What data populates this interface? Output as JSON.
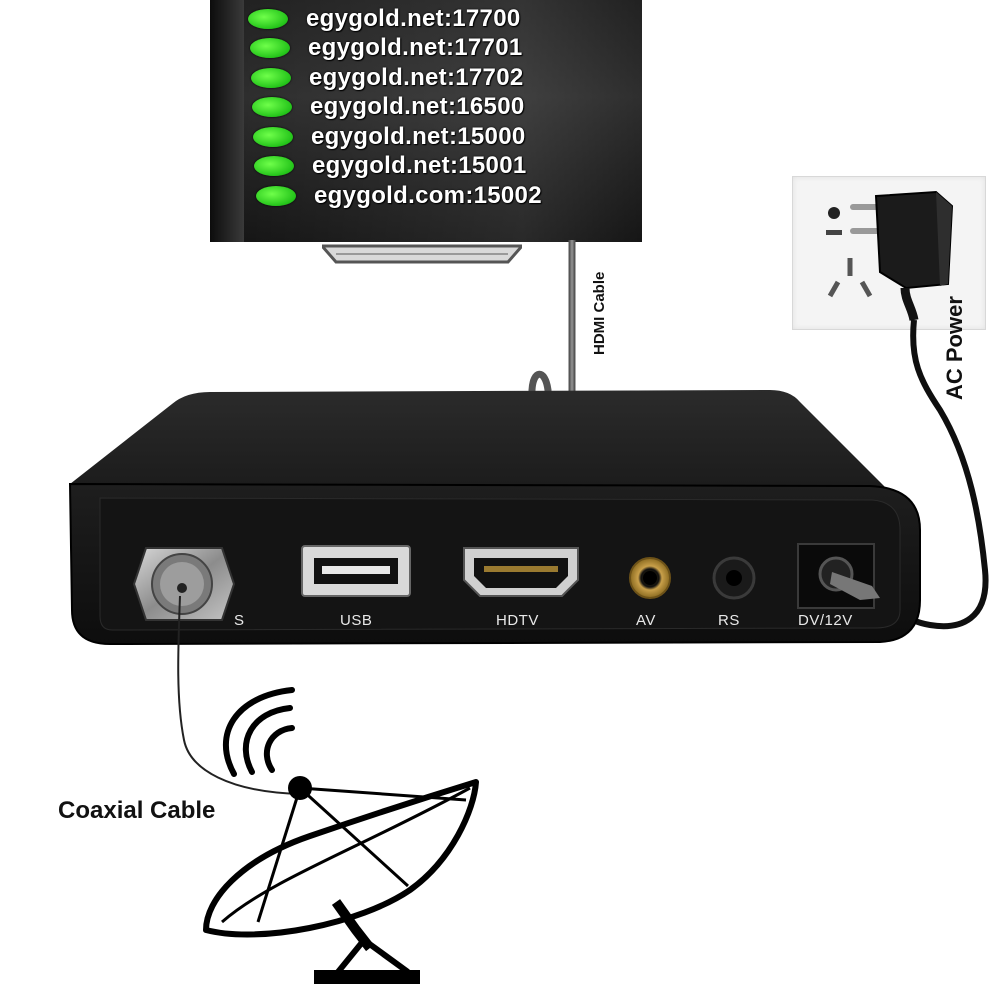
{
  "tv_screen": {
    "servers": [
      {
        "label": "egygold.net:17700",
        "status_color": "#2fd21f"
      },
      {
        "label": "egygold.net:17701",
        "status_color": "#2fd21f"
      },
      {
        "label": "egygold.net:17702",
        "status_color": "#2fd21f"
      },
      {
        "label": "egygold.net:16500",
        "status_color": "#2fd21f"
      },
      {
        "label": "egygold.net:15000",
        "status_color": "#2fd21f"
      },
      {
        "label": "egygold.net:15001",
        "status_color": "#2fd21f"
      },
      {
        "label": "egygold.com:15002",
        "status_color": "#2fd21f"
      }
    ]
  },
  "labels": {
    "hdmi_cable": "HDMI Cable",
    "ac_power": "AC Power",
    "coaxial_cable": "Coaxial Cable"
  },
  "ports": {
    "lnb": "S",
    "usb": "USB",
    "hdtv": "HDTV",
    "av": "AV",
    "rs": "RS",
    "dc": "DV/12V"
  },
  "icons": [
    "satellite-dish-icon",
    "signal-waves-icon",
    "power-plug-icon",
    "wall-outlet-icon",
    "hdmi-connector-icon"
  ]
}
